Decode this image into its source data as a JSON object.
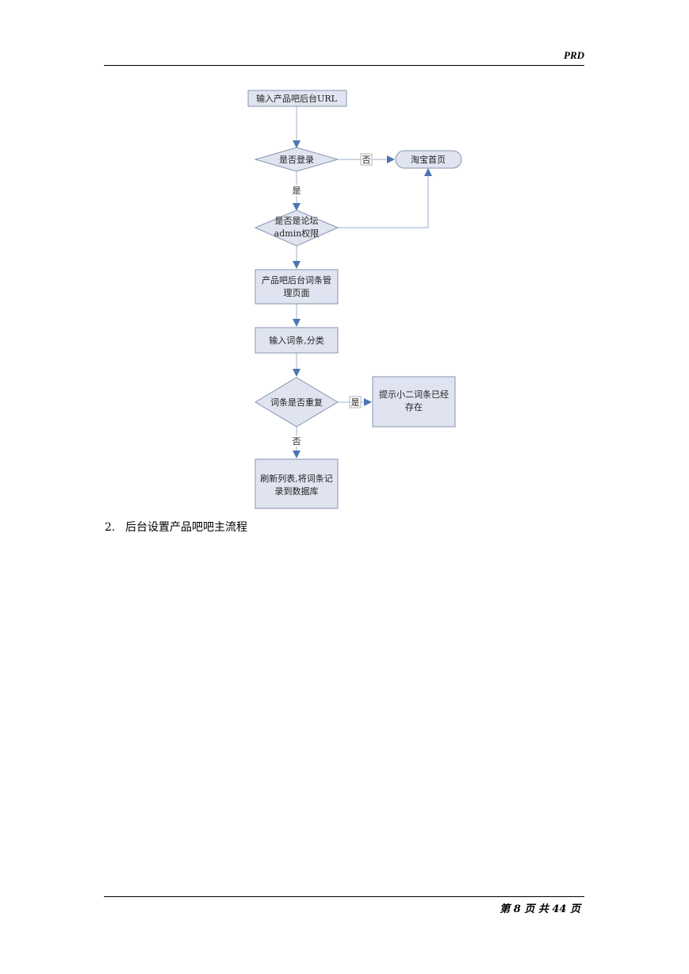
{
  "header": {
    "doc_tag": "PRD"
  },
  "flowchart": {
    "nodes": {
      "input_url": "输入产品吧后台URL",
      "is_logged_in": "是否登录",
      "taobao_home": "淘宝首页",
      "is_admin_1": "是否是论坛",
      "is_admin_2": "admin权限",
      "term_page_1": "产品吧后台词条管",
      "term_page_2": "理页面",
      "input_terms": "输入词条,分类",
      "is_duplicate": "词条是否重复",
      "prompt_1": "提示小二词条已经",
      "prompt_2": "存在",
      "refresh_1": "刷新列表,将词条记",
      "refresh_2": "录到数据库"
    },
    "edges": {
      "login_no": "否",
      "login_yes": "是",
      "dup_yes": "是",
      "dup_no": "否"
    }
  },
  "section": {
    "number": "2.",
    "title": "后台设置产品吧吧主流程"
  },
  "footer": {
    "page_info": "第 8 页 共 44 页"
  }
}
